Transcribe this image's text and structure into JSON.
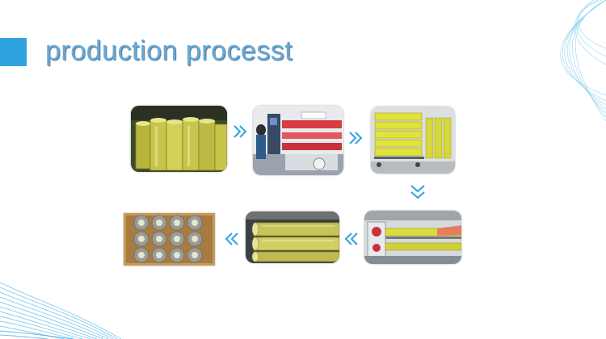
{
  "slide": {
    "title": "production processt",
    "accent_color": "#2ea3dd",
    "title_color": "#6aa8d6"
  },
  "flow": {
    "steps": [
      {
        "row": 1,
        "order": 1,
        "image": "jumbo-roll-stacks-photo"
      },
      {
        "row": 1,
        "order": 2,
        "image": "slitting-machine-operator-photo"
      },
      {
        "row": 1,
        "order": 3,
        "image": "tape-rolls-on-rack-photo"
      },
      {
        "row": 2,
        "order": 4,
        "image": "rewinding-machine-photo"
      },
      {
        "row": 2,
        "order": 5,
        "image": "log-rolls-photo"
      },
      {
        "row": 2,
        "order": 6,
        "image": "boxed-tape-rolls-photo"
      }
    ],
    "arrow_icons": [
      "chevron-double-right-icon",
      "chevron-double-down-icon",
      "chevron-double-left-icon"
    ]
  }
}
